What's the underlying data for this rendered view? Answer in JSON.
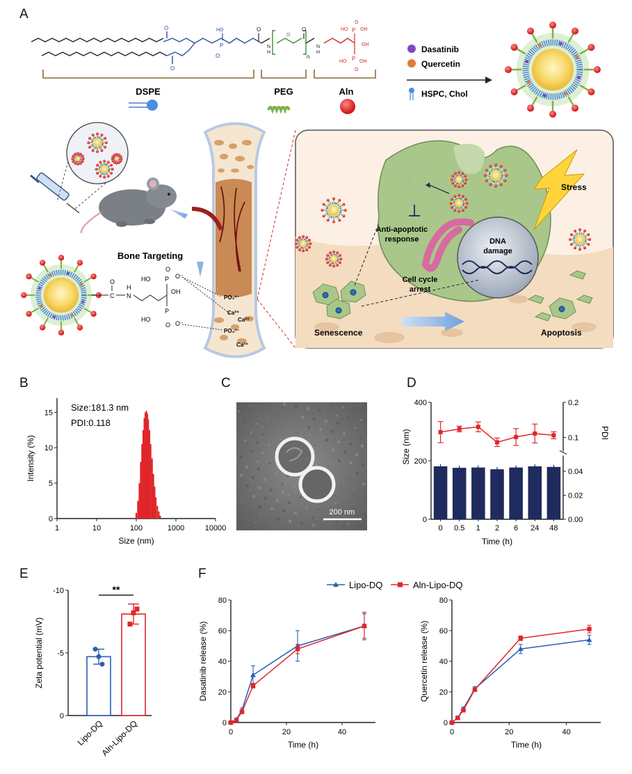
{
  "panels": {
    "A": "A",
    "B": "B",
    "C": "C",
    "D": "D",
    "E": "E",
    "F": "F"
  },
  "schematic": {
    "seg_dspe": "DSPE",
    "seg_peg": "PEG",
    "seg_aln": "Aln",
    "legend_dasatinib": "Dasatinib",
    "legend_quercetin": "Quercetin",
    "legend_hspc": "HSPC, Chol",
    "chem_o": "O",
    "chem_oh": "OH",
    "chem_ho": "HO",
    "chem_h": "H",
    "chem_n": "N",
    "chem_p": "P",
    "chem_sub_n": "n",
    "bone_targeting": "Bone Targeting",
    "ion_po4": "PO₄³⁻",
    "ion_ca": "Ca²⁺",
    "ion_po4b": "PO₄³⁻",
    "stress": "Stress",
    "dna_damage_1": "DNA",
    "dna_damage_2": "damage",
    "anti_apoptotic_1": "Anti-apoptotic",
    "anti_apoptotic_2": "response",
    "cell_cycle_1": "Cell cycle",
    "cell_cycle_2": "arrest",
    "senescence": "Senescence",
    "apoptosis": "Apoptosis",
    "linker_c": "C",
    "linker_n": "N",
    "linker_h": "H",
    "linker_o": "O",
    "linker_p": "P",
    "linker_oh": "OH",
    "linker_ho": "HO",
    "linker_om": "O⁻"
  },
  "panel_c": {
    "scalebar": "200 nm"
  },
  "colors": {
    "red": "#e0262a",
    "navy": "#1f2b5e",
    "blue": "#2a5fb4",
    "green": "#7fb24a",
    "bone": "#e9c9a0",
    "cellgreen": "#a9c78a"
  },
  "chart_data": [
    {
      "id": "B",
      "type": "bar",
      "annotations": [
        "Size:181.3 nm",
        "PDI:0.118"
      ],
      "xlabel": "Size (nm)",
      "ylabel": "Intensity (%)",
      "xscale": "log",
      "xlim": [
        1,
        10000
      ],
      "ylim": [
        0,
        17
      ],
      "xticks": [
        "1",
        "10",
        "100",
        "1000",
        "10000"
      ],
      "yticks": [
        "0",
        "5",
        "10",
        "15"
      ],
      "x": [
        100,
        110,
        120,
        130,
        140,
        150,
        160,
        170,
        180,
        190,
        200,
        215,
        230,
        250,
        270,
        290,
        310,
        340,
        370,
        400
      ],
      "values": [
        0.8,
        2.5,
        5.0,
        8.0,
        10.5,
        12.5,
        14.2,
        15.0,
        15.2,
        14.8,
        14.0,
        12.5,
        10.5,
        8.5,
        6.3,
        4.5,
        3.0,
        1.8,
        1.0,
        0.4
      ]
    },
    {
      "id": "D",
      "type": "bar+line",
      "categories": [
        "0",
        "0.5",
        "1",
        "2",
        "6",
        "24",
        "48"
      ],
      "xlabel": "Time (h)",
      "ylabel_left": "Size (nm)",
      "ylabel_right": "PDI",
      "yticks_left": [
        "0",
        "200",
        "400"
      ],
      "yticks_right": [
        "0.00",
        "0.02",
        "0.04",
        "0.1",
        "0.2"
      ],
      "size_values": [
        181,
        176,
        177,
        171,
        177,
        181,
        179
      ],
      "pdi_values": [
        0.115,
        0.124,
        0.13,
        0.086,
        0.101,
        0.111,
        0.106
      ],
      "pdi_errors": [
        0.03,
        0.008,
        0.014,
        0.012,
        0.024,
        0.027,
        0.01
      ]
    },
    {
      "id": "E",
      "type": "bar",
      "categories": [
        "Lipo-DQ",
        "Aln-Lipo-DQ"
      ],
      "ylabel": "Zeta potential (mV)",
      "yticks": [
        "0",
        "-5",
        "-10"
      ],
      "ylim": [
        0,
        -10
      ],
      "values": [
        -4.7,
        -8.1
      ],
      "errors": [
        0.6,
        0.8
      ],
      "points": [
        [
          -5.3,
          -4.7,
          -4.1
        ],
        [
          -7.3,
          -8.2,
          -8.5
        ]
      ],
      "significance": "**",
      "series_colors": [
        "#2a5fb4",
        "#e0262a"
      ]
    },
    {
      "id": "F1",
      "type": "line",
      "xlabel": "Time (h)",
      "ylabel": "Dasatinib release (%)",
      "xticks": [
        "0",
        "20",
        "40"
      ],
      "yticks": [
        "0",
        "20",
        "40",
        "60",
        "80"
      ],
      "xlim": [
        0,
        52
      ],
      "ylim": [
        0,
        80
      ],
      "x": [
        0,
        2,
        4,
        8,
        24,
        48
      ],
      "series": [
        {
          "name": "Lipo-DQ",
          "values": [
            0,
            2,
            8,
            31,
            50,
            63
          ],
          "errors": [
            0,
            0.8,
            1.5,
            6,
            10,
            8
          ]
        },
        {
          "name": "Aln-Lipo-DQ",
          "values": [
            0,
            1.5,
            7,
            24,
            48,
            63
          ],
          "errors": [
            0,
            0.6,
            1.2,
            1.5,
            3,
            9
          ]
        }
      ]
    },
    {
      "id": "F2",
      "type": "line",
      "xlabel": "Time (h)",
      "ylabel": "Quercetin release (%)",
      "xticks": [
        "0",
        "20",
        "40"
      ],
      "yticks": [
        "0",
        "20",
        "40",
        "60",
        "80"
      ],
      "xlim": [
        0,
        52
      ],
      "ylim": [
        0,
        80
      ],
      "x": [
        0,
        2,
        4,
        8,
        24,
        48
      ],
      "series": [
        {
          "name": "Lipo-DQ",
          "values": [
            0,
            3,
            9,
            22,
            48,
            54
          ],
          "errors": [
            0,
            0.6,
            1.0,
            1.5,
            3,
            3
          ]
        },
        {
          "name": "Aln-Lipo-DQ",
          "values": [
            0,
            3,
            8,
            21.5,
            55,
            61
          ],
          "errors": [
            0,
            0.5,
            1.0,
            1.2,
            1.5,
            2.5
          ]
        }
      ]
    }
  ]
}
